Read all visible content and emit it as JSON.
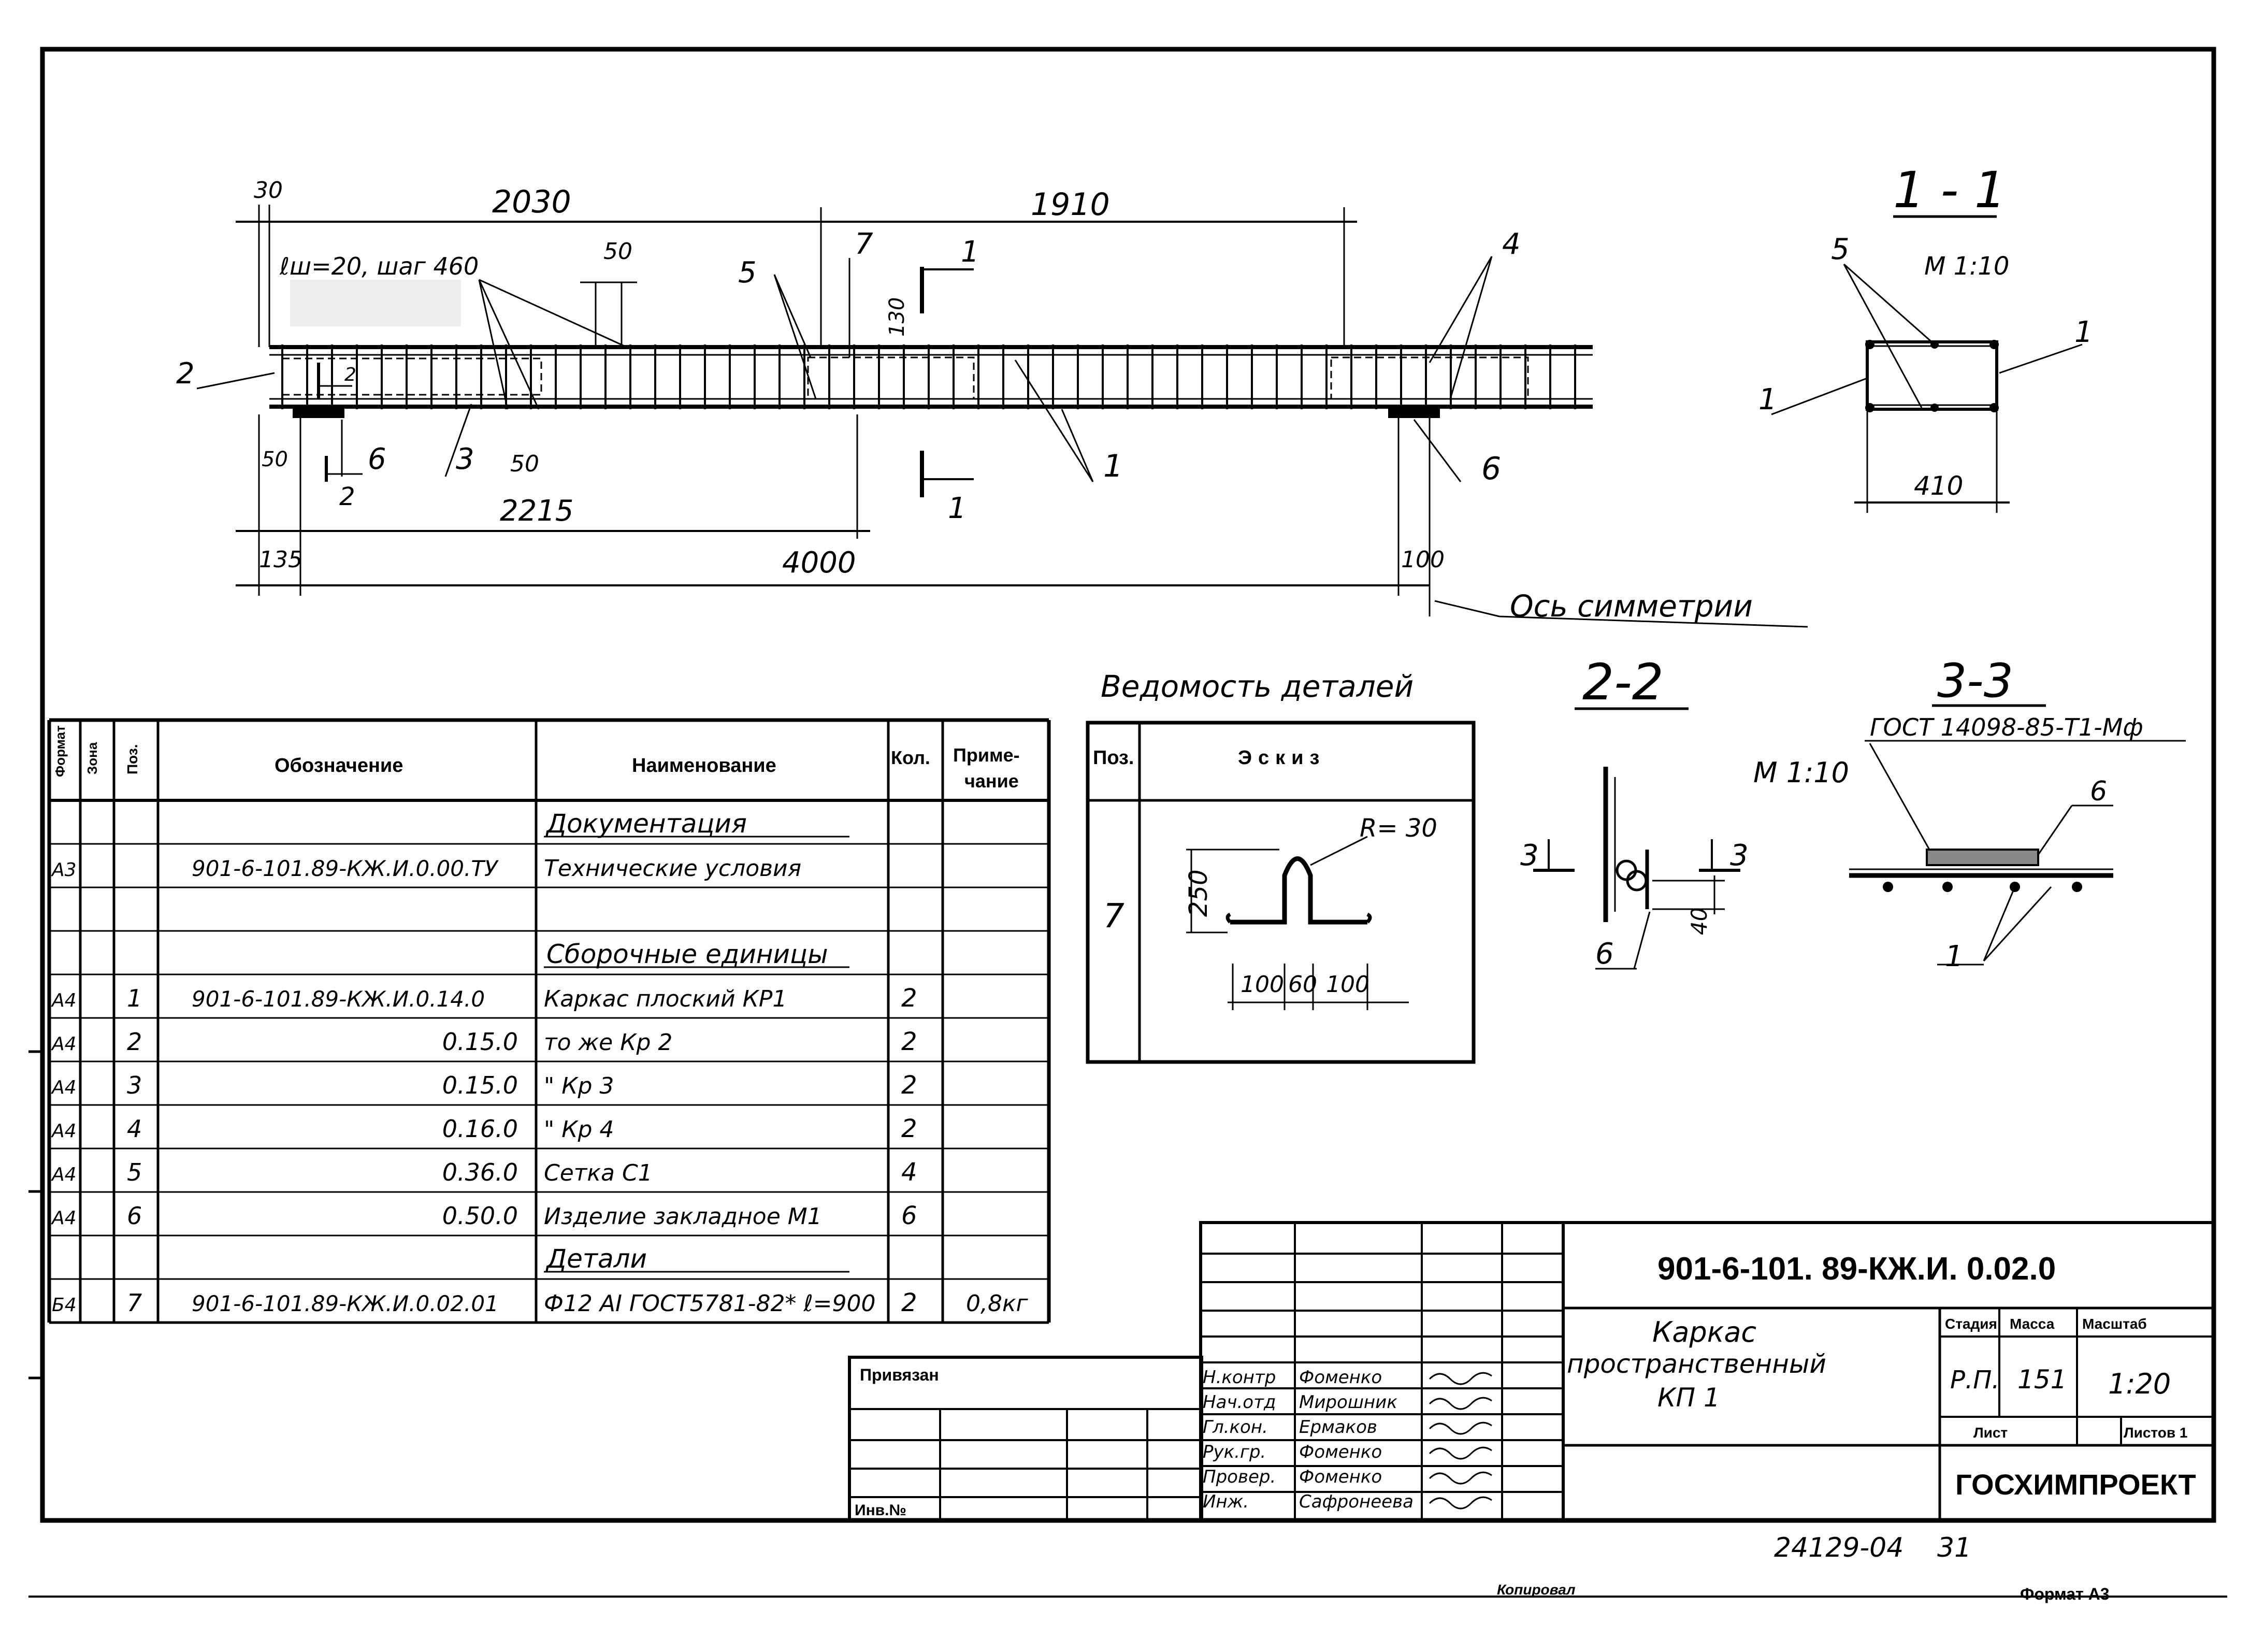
{
  "drawing": {
    "dims": {
      "d30": "30",
      "d2030": "2030",
      "d1910": "1910",
      "d50a": "50",
      "lw_note": "ℓш=20, шаг 460",
      "d50b": "50",
      "d50c": "50",
      "d130": "130",
      "d2215": "2215",
      "d135": "135",
      "d4000": "4000",
      "d100": "100"
    },
    "callouts": {
      "c2": "2",
      "c5": "5",
      "c7": "7",
      "c4": "4",
      "c1a": "1",
      "c6a": "6",
      "c3": "3",
      "c6b": "6",
      "c1b": "1"
    },
    "section_marks": {
      "s1_top": "1",
      "s1_bot": "1",
      "s2_mid": "2",
      "s2_bot": "2"
    },
    "axis_label": "Ось симметрии"
  },
  "section_1_1": {
    "title": "1 - 1",
    "scale": "М 1:10",
    "c5": "5",
    "c1_left": "1",
    "c1_right": "1",
    "width": "410"
  },
  "section_2_2": {
    "title": "2-2",
    "c3_left": "3",
    "c3_right": "3",
    "d40": "40",
    "c6": "6"
  },
  "section_3_3": {
    "title": "3-3",
    "gost": "ГОСТ 14098-85-Т1-Мф",
    "scale": "М 1:10",
    "c6": "6",
    "c1": "1"
  },
  "details": {
    "title": "Ведомость деталей",
    "headers": {
      "pos": "Поз.",
      "sketch": "Эскиз"
    },
    "pos": "7",
    "sketch": {
      "r": "R= 30",
      "h": "250",
      "a": "100",
      "b": "60",
      "c": "100"
    }
  },
  "spec": {
    "headers": {
      "format": "Формат",
      "zone": "Зона",
      "pos": "Поз.",
      "designation": "Обозначение",
      "name": "Наименование",
      "qty": "Кол.",
      "note1": "Приме-",
      "note2": "чание"
    },
    "rows": [
      {
        "format": "",
        "pos": "",
        "designation": "",
        "name": "Документация",
        "qty": "",
        "note": ""
      },
      {
        "format": "А3",
        "pos": "",
        "designation": "901-6-101.89-КЖ.И.0.00.ТУ",
        "name": "Технические условия",
        "qty": "",
        "note": ""
      },
      {
        "format": "",
        "pos": "",
        "designation": "",
        "name": "",
        "qty": "",
        "note": ""
      },
      {
        "format": "",
        "pos": "",
        "designation": "",
        "name": "Сборочные единицы",
        "qty": "",
        "note": ""
      },
      {
        "format": "А4",
        "pos": "1",
        "designation": "901-6-101.89-КЖ.И.0.14.0",
        "name": "Каркас плоский КР1",
        "qty": "2",
        "note": ""
      },
      {
        "format": "А4",
        "pos": "2",
        "designation": "0.15.0",
        "name": "то же      Кр 2",
        "qty": "2",
        "note": ""
      },
      {
        "format": "А4",
        "pos": "3",
        "designation": "0.15.0",
        "name": "\"          Кр 3",
        "qty": "2",
        "note": ""
      },
      {
        "format": "А4",
        "pos": "4",
        "designation": "0.16.0",
        "name": "\"          Кр 4",
        "qty": "2",
        "note": ""
      },
      {
        "format": "А4",
        "pos": "5",
        "designation": "0.36.0",
        "name": "Сетка          С1",
        "qty": "4",
        "note": ""
      },
      {
        "format": "А4",
        "pos": "6",
        "designation": "0.50.0",
        "name": "Изделие закладное   М1",
        "qty": "6",
        "note": ""
      },
      {
        "format": "",
        "pos": "",
        "designation": "",
        "name": "Детали",
        "qty": "",
        "note": ""
      },
      {
        "format": "Б4",
        "pos": "7",
        "designation": "901-6-101.89-КЖ.И.0.02.01",
        "name": "Ф12 АI ГОСТ5781-82* ℓ=900",
        "qty": "2",
        "note": "0,8кг"
      }
    ]
  },
  "title_block": {
    "code": "901-6-101. 89-КЖ.И. 0.02.0",
    "title_line1": "Каркас",
    "title_line2": "пространственный",
    "title_line3": "КП 1",
    "stage_h": "Стадия",
    "mass_h": "Масса",
    "scale_h": "Масштаб",
    "stage": "Р.П.",
    "mass": "151",
    "scale": "1:20",
    "sheet_h": "Лист",
    "sheets_h": "Листов 1",
    "org": "ГОСХИМПРОЕКТ",
    "roles": [
      "Н.контр",
      "Нач.отд",
      "Гл.кон.",
      "Рук.гр.",
      "Провер.",
      "Инж."
    ],
    "names": [
      "Фоменко",
      "Мирошник",
      "Ермаков",
      "Фоменко",
      "Фоменко",
      "Сафронеева"
    ],
    "bound": "Привязан",
    "inv": "Инв.№"
  },
  "footer": {
    "num": "24129-04",
    "sheet": "31",
    "copied": "Копировал",
    "format": "Формат А3"
  }
}
